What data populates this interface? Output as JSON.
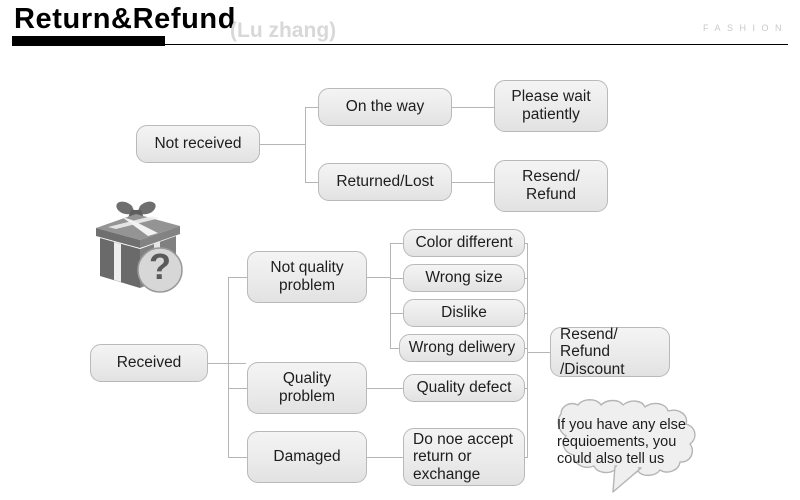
{
  "header": {
    "title": "Return&Refund",
    "subtitle": "(Lu zhang)",
    "brand": "FASHION"
  },
  "icons": {
    "gift_box": "gift-box-question-icon"
  },
  "flow": {
    "not_received": {
      "root": "Not received",
      "branches": [
        {
          "label": "On the way",
          "outcome": "Please wait\npatiently"
        },
        {
          "label": "Returned/Lost",
          "outcome": "Resend/\nRefund"
        }
      ]
    },
    "received": {
      "root": "Received",
      "branches": [
        {
          "label": "Not quality\nproblem",
          "reasons": [
            "Color different",
            "Wrong size",
            "Dislike",
            "Wrong deliwery"
          ]
        },
        {
          "label": "Quality\nproblem",
          "reasons": [
            "Quality defect"
          ]
        },
        {
          "label": "Damaged",
          "reasons": [
            "Do noe accept\nreturn or\nexchange"
          ]
        }
      ],
      "outcome": "Resend/ Refund\n/Discount"
    }
  },
  "note": {
    "text": "If you have any else\nrequioements, you\ncould also tell us"
  },
  "colors": {
    "node_border": "#b9b9b9",
    "node_fill_top": "#f4f4f4",
    "node_fill_bottom": "#e2e2e2",
    "connector": "#b5b5b5",
    "title": "#000000",
    "subtitle": "#d8d8d8",
    "brand": "#c9c9c9",
    "gift_box": "#7a7a7a"
  }
}
